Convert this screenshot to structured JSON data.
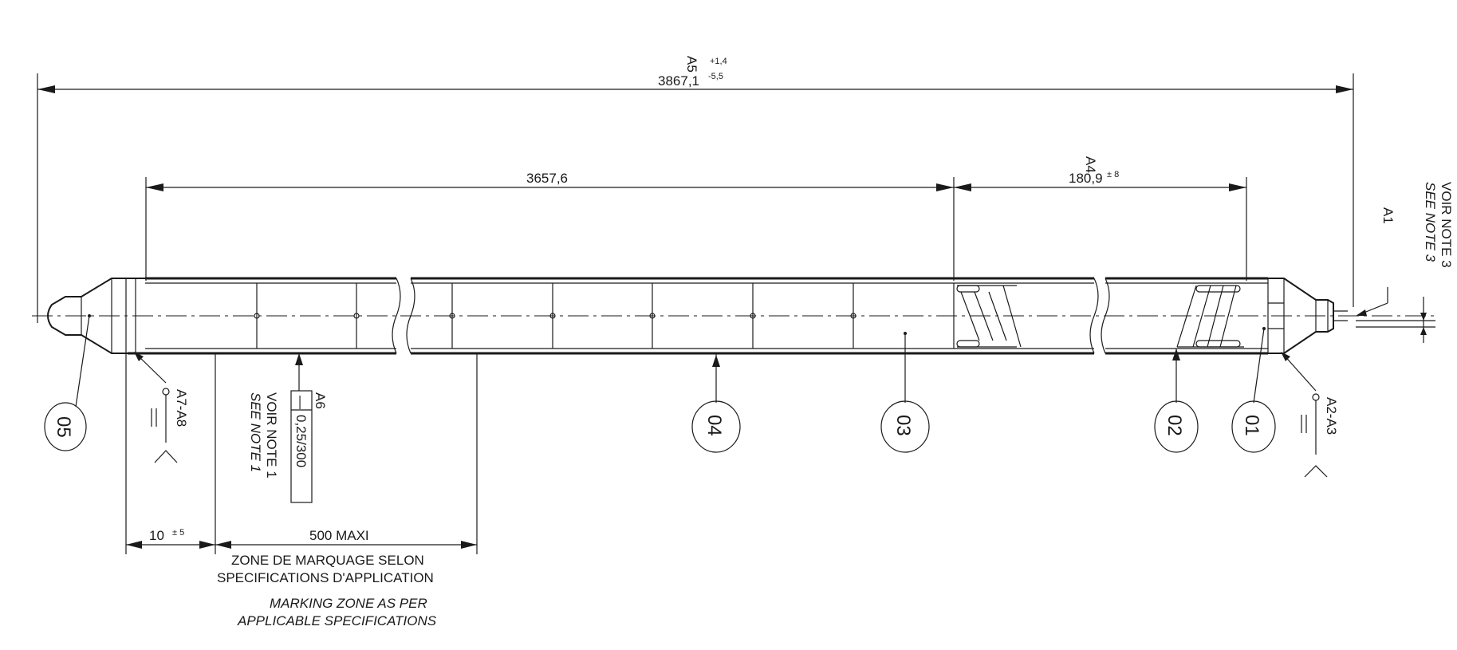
{
  "dimensions": {
    "overall": {
      "tag": "A5",
      "value": "3867,1",
      "tol_upper": "+1,4",
      "tol_lower": "-5,5"
    },
    "tube_length": {
      "value": "3657,6"
    },
    "plenum": {
      "tag": "A4",
      "value": "180,9",
      "tol": "± 8"
    },
    "end_offset": {
      "value": "10",
      "tol": "± 5"
    },
    "marking_max": {
      "value": "500 MAXI"
    }
  },
  "notes": {
    "marking_fr_1": "ZONE DE MARQUAGE SELON",
    "marking_fr_2": "SPECIFICATIONS D'APPLICATION",
    "marking_en_1": "MARKING ZONE AS PER",
    "marking_en_2": "APPLICABLE SPECIFICATIONS",
    "a1_fr": "VOIR NOTE 3",
    "a1_en": "SEE NOTE 3",
    "a6_fr": "VOIR NOTE 1",
    "a6_en": "SEE NOTE 1"
  },
  "callouts": {
    "a1": "A1",
    "a6": "A6",
    "a7_a8": "A7-A8",
    "a2_a3": "A2-A3"
  },
  "tolerance_frame": {
    "symbol": "—",
    "value": "0,25/300"
  },
  "items": {
    "i01": "01",
    "i02": "02",
    "i03": "03",
    "i04": "04",
    "i05": "05"
  },
  "colors": {
    "ink": "#1a1a1a",
    "background": "#ffffff"
  }
}
